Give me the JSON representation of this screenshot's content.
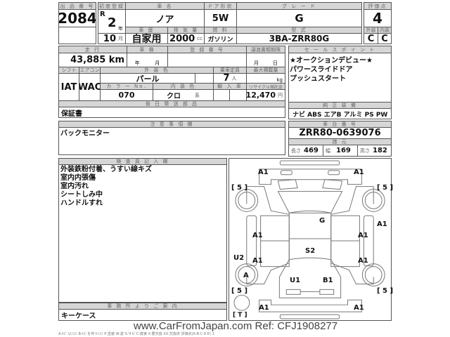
{
  "headers": {
    "lot": "出 品 番 号",
    "first_reg": "初度登録",
    "car_name": "車 名",
    "door": "ドア形状",
    "grade": "グ レ ー ド",
    "score": "評価点",
    "history": "車 歴",
    "displacement": "排 気 量",
    "fuel": "燃 料",
    "model": "型 式",
    "exterior": "外装",
    "interior": "内装",
    "mileage": "走 行",
    "inspection": "車 検",
    "reg_no": "登 録 番 号",
    "transfer": "譲渡書類期限",
    "shift": "シフト",
    "ac": "エアコン",
    "ext_color": "外 装 色",
    "capacity": "乗車定員",
    "max_load": "最大積載量",
    "color_no": "カ ラ ー No.",
    "int_color": "内 装 色",
    "import": "輸 入 車",
    "recycle": "リサイクル預託金",
    "later_parts": "後 日 発 送 部 品",
    "notes": "注 意 事 項 欄",
    "inspector": "検 査 員 記 入 欄",
    "office": "事 務 所 よ り ご 案 内",
    "sales_point": "セ ー ル ス ポ イ ン ト",
    "equipment": "純 正 装 備",
    "chassis": "車 台 番 号",
    "specs": "諸 元"
  },
  "units": {
    "year": "年",
    "month": "月",
    "cc": "cc",
    "km": "km",
    "day": "日",
    "persons": "人",
    "kg": "kg",
    "yen": "円",
    "system": "系",
    "length": "長さ",
    "width": "幅",
    "height": "高さ"
  },
  "vehicle": {
    "lot": "2084",
    "era": "R",
    "year": "2",
    "month": "10",
    "name": "ノア",
    "door": "5W",
    "grade": "G",
    "score": "4",
    "history": "自家用",
    "displacement": "2000",
    "fuel": "ガソリン",
    "model": "3BA-ZRR80G",
    "exterior_grade": "C",
    "interior_grade": "C",
    "mileage": "43,885",
    "shift": "IAT",
    "ac": "WAC",
    "ext_color": "パール",
    "capacity": "7",
    "color_no": "070",
    "int_color": "クロ",
    "recycle": "12,470",
    "chassis": "ZRR80-0639076",
    "length": "469",
    "width": "169",
    "height": "182"
  },
  "later_parts": "保証書",
  "notes": "バックモニター",
  "inspector_notes": [
    "外装鉄粉付着、うすい線キズ",
    "室内内張傷",
    "室内汚れ",
    "シートしみ中",
    "ハンドルすれ"
  ],
  "office_notes": "キーケース",
  "sales_points": [
    "★オークションデビュー★",
    "パワースライドドア",
    "プッシュスタート"
  ],
  "equipment": "ナビ ABS エアB アルミ PS PW",
  "diagram": {
    "a1": "A1",
    "five": "[ 5 ]",
    "g": "G",
    "s2": "S2",
    "u2": "U2",
    "a": "A",
    "u1": "U1",
    "b1": "B1",
    "t": "[ T ]"
  },
  "legend": "A:ｷｽﾞ U:ﾍｺﾐ B:ｷｽﾞを伴うﾍｺﾐ P:塗装 W:波 S:サビ C:腐食 X:要交換 XX:交換済 評価点(A·B·C·D·E) 1",
  "watermark": "www.CarFromJapan.com Ref: CFJ1908277"
}
